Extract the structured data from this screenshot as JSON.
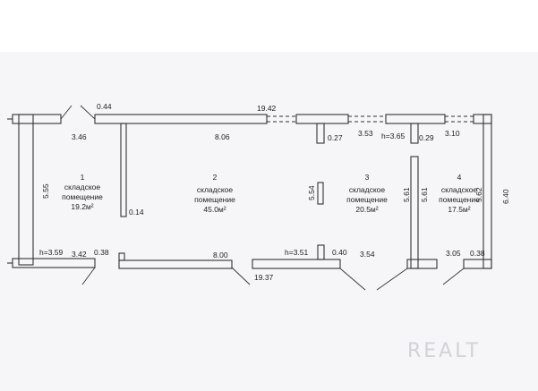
{
  "dimensions": {
    "d_0_44": "0.44",
    "d_19_42": "19.42",
    "d_3_46": "3.46",
    "d_8_06": "8.06",
    "d_0_27": "0.27",
    "d_3_53": "3.53",
    "d_h_3_65": "h=3.65",
    "d_0_29": "0.29",
    "d_3_10": "3.10",
    "d_5_55": "5.55",
    "d_0_14": "0.14",
    "d_5_54": "5.54",
    "d_5_61a": "5.61",
    "d_5_61b": "5.61",
    "d_5_62": "5.62",
    "d_6_40": "6.40",
    "d_h_3_59": "h=3.59",
    "d_3_42": "3.42",
    "d_0_38a": "0.38",
    "d_8_00": "8.00",
    "d_h_3_51": "h=3.51",
    "d_0_40": "0.40",
    "d_3_54": "3.54",
    "d_3_05": "3.05",
    "d_0_38b": "0.38",
    "d_19_37": "19.37"
  },
  "rooms": [
    {
      "number": "1",
      "line1": "складское",
      "line2": "помещение",
      "area": "19.2м²"
    },
    {
      "number": "2",
      "line1": "складское",
      "line2": "помещение",
      "area": "45.0м²"
    },
    {
      "number": "3",
      "line1": "складское",
      "line2": "помещение",
      "area": "20.5м²"
    },
    {
      "number": "4",
      "line1": "складское",
      "line2": "помещение",
      "area": "17.5м²"
    }
  ],
  "watermark": "REALT"
}
